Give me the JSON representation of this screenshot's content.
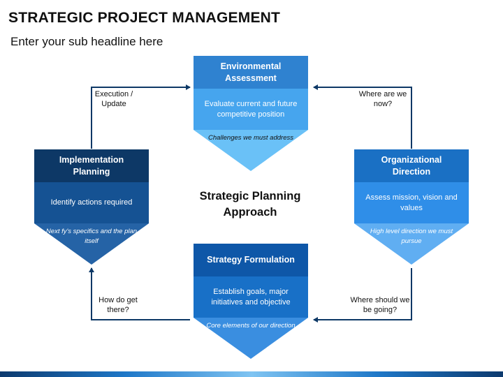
{
  "title": "STRATEGIC PROJECT MANAGEMENT",
  "subtitle": "Enter your sub headline here",
  "center": {
    "line1": "Strategic Planning",
    "line2": "Approach"
  },
  "cards": {
    "environmental": {
      "title": "Environmental Assessment",
      "body": "Evaluate current and future competitive position",
      "tip": "Challenges we must address",
      "colors": {
        "head": "#2f82d0",
        "mid": "#46a5ee",
        "tip": "#6ac1f7"
      }
    },
    "implementation": {
      "title": "Implementation Planning",
      "body": "Identify actions required",
      "tip": "Next fy's specifics and the plan itself",
      "colors": {
        "head": "#0d3866",
        "mid": "#155293",
        "tip": "#2563a6"
      }
    },
    "organizational": {
      "title": "Organizational Direction",
      "body": "Assess mission, vision and values",
      "tip": "High level direction we must pursue",
      "colors": {
        "head": "#1a70c4",
        "mid": "#2f8ee8",
        "tip": "#60aef2"
      }
    },
    "strategy": {
      "title": "Strategy Formulation",
      "body": "Establish goals, major initiatives and objective",
      "tip": "Core elements of our direction",
      "colors": {
        "head": "#0e57a8",
        "mid": "#1870c7",
        "tip": "#3a8ee0"
      }
    }
  },
  "labels": {
    "top_left": "Execution / Update",
    "top_right": "Where are we now?",
    "bottom_left": "How do get there?",
    "bottom_right": "Where should we be going?"
  }
}
